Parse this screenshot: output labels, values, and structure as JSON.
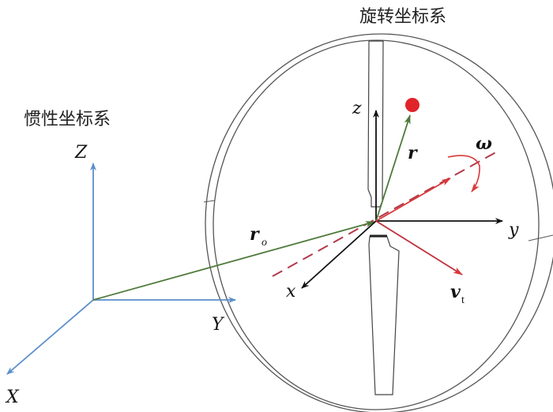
{
  "titles": {
    "rotating_frame": "旋转坐标系",
    "inertial_frame": "惯性坐标系"
  },
  "inertial_axes": {
    "x": "X",
    "y": "Y",
    "z": "Z"
  },
  "rotating_axes": {
    "x": "x",
    "y": "y",
    "z": "z"
  },
  "vectors": {
    "r": "r",
    "ro": "r",
    "ro_sub": "o",
    "omega": "ω",
    "vt": "v",
    "vt_sub": "t"
  },
  "colors": {
    "inertial": "#5b8fc9",
    "position": "#4e7a3a",
    "rotation": "#d9383a",
    "axes": "#111111",
    "ring": "#555555"
  }
}
